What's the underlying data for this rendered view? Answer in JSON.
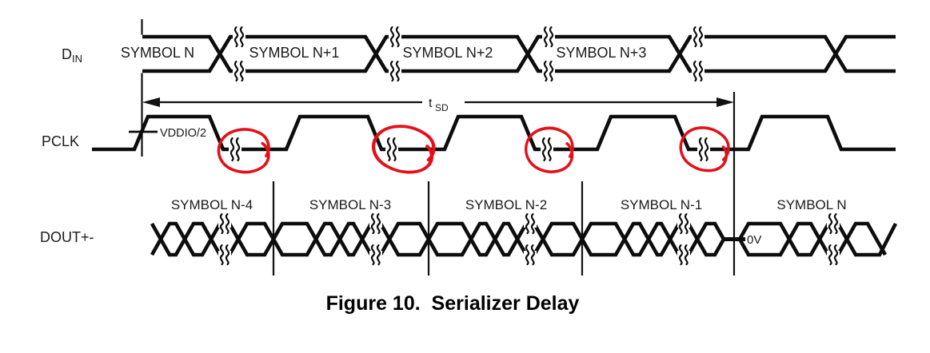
{
  "figure": {
    "caption": "Figure 10.  Serializer Delay"
  },
  "signals": {
    "din": {
      "name": "D",
      "name_subscript": "IN",
      "symbols": [
        "SYMBOL N",
        "SYMBOL N+1",
        "SYMBOL N+2",
        "SYMBOL N+3"
      ]
    },
    "pclk": {
      "name": "PCLK",
      "threshold_label": "VDDIO/2"
    },
    "dout": {
      "name": "DOUT+-",
      "symbols": [
        "SYMBOL N-4",
        "SYMBOL N-3",
        "SYMBOL N-2",
        "SYMBOL N-1",
        "SYMBOL N"
      ],
      "zero_level_label": "0V"
    }
  },
  "measurement": {
    "name": "t",
    "name_subscript": "SD"
  },
  "annotations": {
    "circled_clock_breaks_count": 4,
    "circle_color": "#e41019"
  },
  "colors": {
    "waveform": "#0d0d0d",
    "text": "#1a1a1a",
    "background": "#ffffff"
  }
}
